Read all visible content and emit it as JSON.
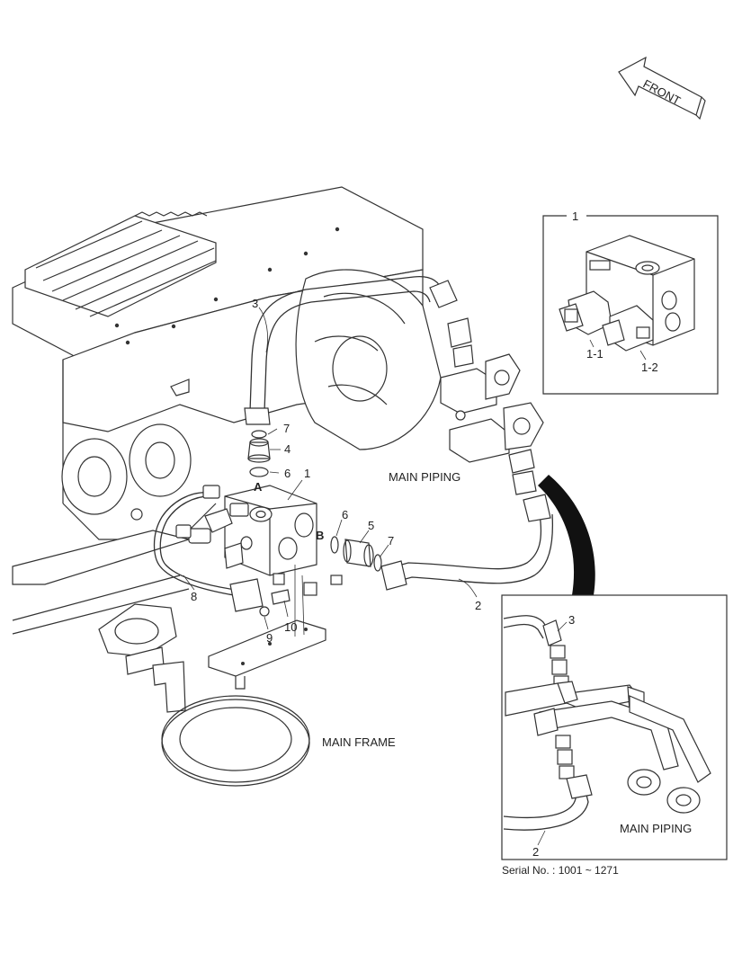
{
  "orientation": {
    "front": "FRONT"
  },
  "captions": {
    "main_piping": "MAIN PIPING",
    "main_frame": "MAIN FRAME",
    "main_piping_detail": "MAIN PIPING"
  },
  "ports": {
    "a": "A",
    "b": "B"
  },
  "callouts": {
    "c1": "1",
    "c2": "2",
    "c3": "3",
    "c4": "4",
    "c5": "5",
    "c6a": "6",
    "c6b": "6",
    "c7a": "7",
    "c7b": "7",
    "c8": "8",
    "c9": "9",
    "c10": "10"
  },
  "inset_valve": {
    "ref": "1",
    "part1": "1-1",
    "part2": "1-2"
  },
  "inset_piping": {
    "ref3": "3",
    "ref2": "2"
  },
  "serial": "Serial No. : 1001 ~ 1271"
}
